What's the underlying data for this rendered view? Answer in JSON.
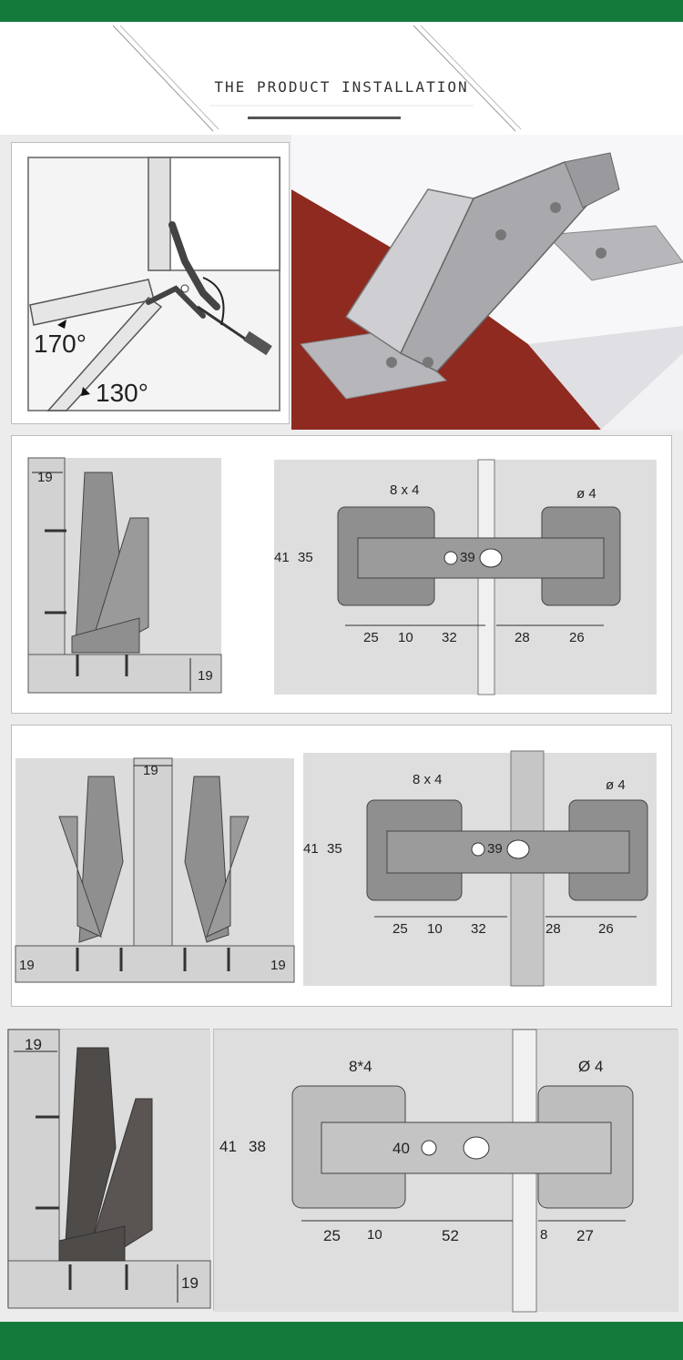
{
  "header": {
    "title": "THE PRODUCT INSTALLATION"
  },
  "colors": {
    "brand_green": "#147a3c",
    "panel_gray": "#d9d9d9",
    "hinge_gray": "#8f8f8f"
  },
  "section1": {
    "angle_open": "170°",
    "angle_limit": "130°"
  },
  "section2": {
    "side": {
      "thickness_top": "19",
      "thickness_bottom": "19"
    },
    "front": {
      "slot": "8 x 4",
      "hole": "ø 4",
      "h_outer": "41",
      "h_inner": "35",
      "cup": "39",
      "d1": "25",
      "d2": "10",
      "d3": "32",
      "d4": "28",
      "d5": "26"
    }
  },
  "section3": {
    "side": {
      "thickness_top": "19",
      "thickness_left": "19",
      "thickness_right": "19"
    },
    "front": {
      "slot": "8 x 4",
      "hole": "ø 4",
      "h_outer": "41",
      "h_inner": "35",
      "cup": "39",
      "d1": "25",
      "d2": "10",
      "d3": "32",
      "d4": "28",
      "d5": "26"
    }
  },
  "section4": {
    "side": {
      "thickness_top": "19",
      "thickness_bottom": "19"
    },
    "front": {
      "slot": "8*4",
      "hole": "Ø 4",
      "h_outer": "41",
      "h_inner": "38",
      "cup": "40",
      "d1": "25",
      "d2": "10",
      "d3": "52",
      "d4": "8",
      "d5": "27"
    }
  }
}
